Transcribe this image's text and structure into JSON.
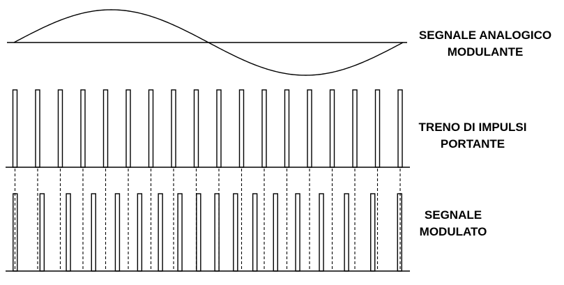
{
  "labels": {
    "analog_signal": [
      "SEGNALE ANALOGICO",
      "MODULANTE"
    ],
    "pulse_train": [
      "TRENO DI IMPULSI",
      "PORTANTE"
    ],
    "modulated_signal": [
      "SEGNALE",
      "MODULATO"
    ]
  },
  "diagram": {
    "pulse_count": 18,
    "modulation": "pulse-position",
    "modulating_wave": "sine",
    "colors": {
      "stroke": "#000000",
      "background": "#ffffff",
      "label": "#000000"
    }
  }
}
